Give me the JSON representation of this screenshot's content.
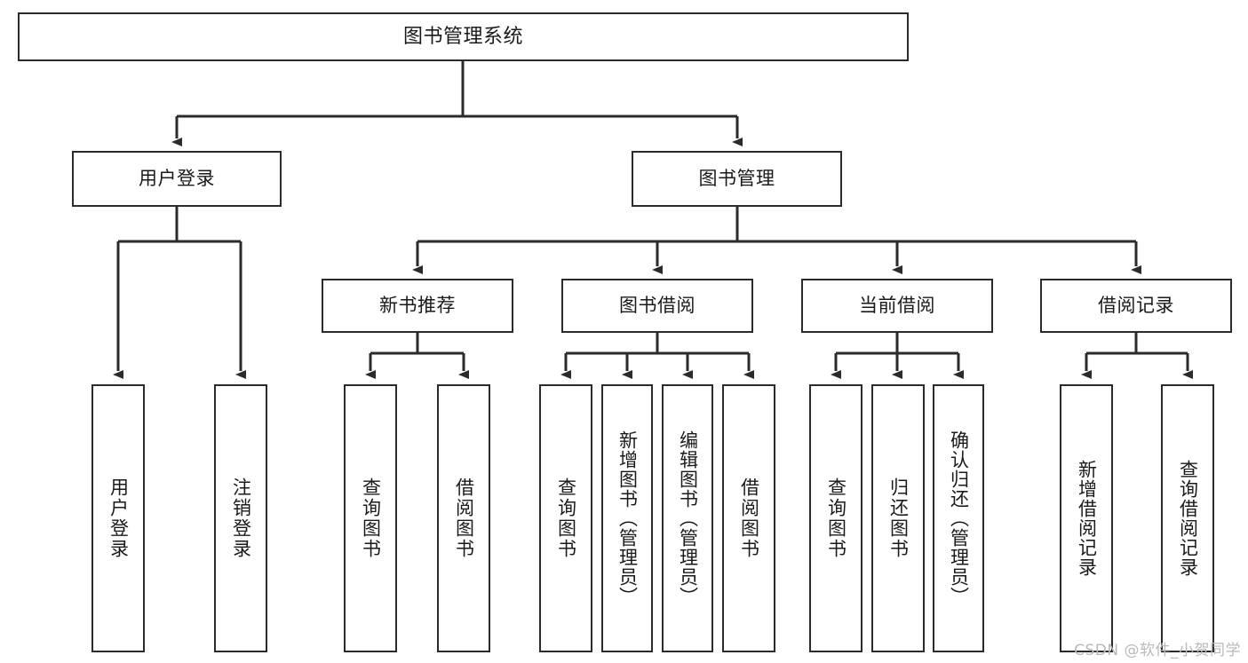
{
  "diagram": {
    "title": "图书管理系统",
    "type": "tree-hierarchy",
    "orientation": "top-down",
    "node_border_color": "#2b2b2b",
    "node_fill_color": "#ffffff",
    "connector_color": "#2b2b2b",
    "background_color": "#ffffff"
  },
  "nodes": {
    "root": {
      "label": "图书管理系统"
    },
    "level2": [
      {
        "id": "user-login",
        "label": "用户登录"
      },
      {
        "id": "book-management",
        "label": "图书管理"
      }
    ],
    "level3": [
      {
        "id": "new-book-recommend",
        "label": "新书推荐"
      },
      {
        "id": "book-borrow",
        "label": "图书借阅"
      },
      {
        "id": "current-borrow",
        "label": "当前借阅"
      },
      {
        "id": "borrow-record",
        "label": "借阅记录"
      }
    ],
    "leaves": {
      "user_login": [
        {
          "id": "leaf-user-login",
          "label": "用户登录"
        },
        {
          "id": "leaf-logout-login",
          "label": "注销登录"
        }
      ],
      "new_book_recommend": [
        {
          "id": "leaf-query-book-1",
          "label": "查询图书"
        },
        {
          "id": "leaf-borrow-book-1",
          "label": "借阅图书"
        }
      ],
      "book_borrow": [
        {
          "id": "leaf-query-book-2",
          "label": "查询图书"
        },
        {
          "id": "leaf-add-book",
          "label": "新增图书（管理员）"
        },
        {
          "id": "leaf-edit-book",
          "label": "编辑图书（管理员）"
        },
        {
          "id": "leaf-borrow-book-2",
          "label": "借阅图书"
        }
      ],
      "current_borrow": [
        {
          "id": "leaf-query-book-3",
          "label": "查询图书"
        },
        {
          "id": "leaf-return-book",
          "label": "归还图书"
        },
        {
          "id": "leaf-confirm-return",
          "label": "确认归还（管理员）"
        }
      ],
      "borrow_record": [
        {
          "id": "leaf-add-record",
          "label": "新增借阅记录"
        },
        {
          "id": "leaf-query-record",
          "label": "查询借阅记录"
        }
      ]
    }
  },
  "watermark": {
    "text": "CSDN @软件_小贺同学"
  }
}
